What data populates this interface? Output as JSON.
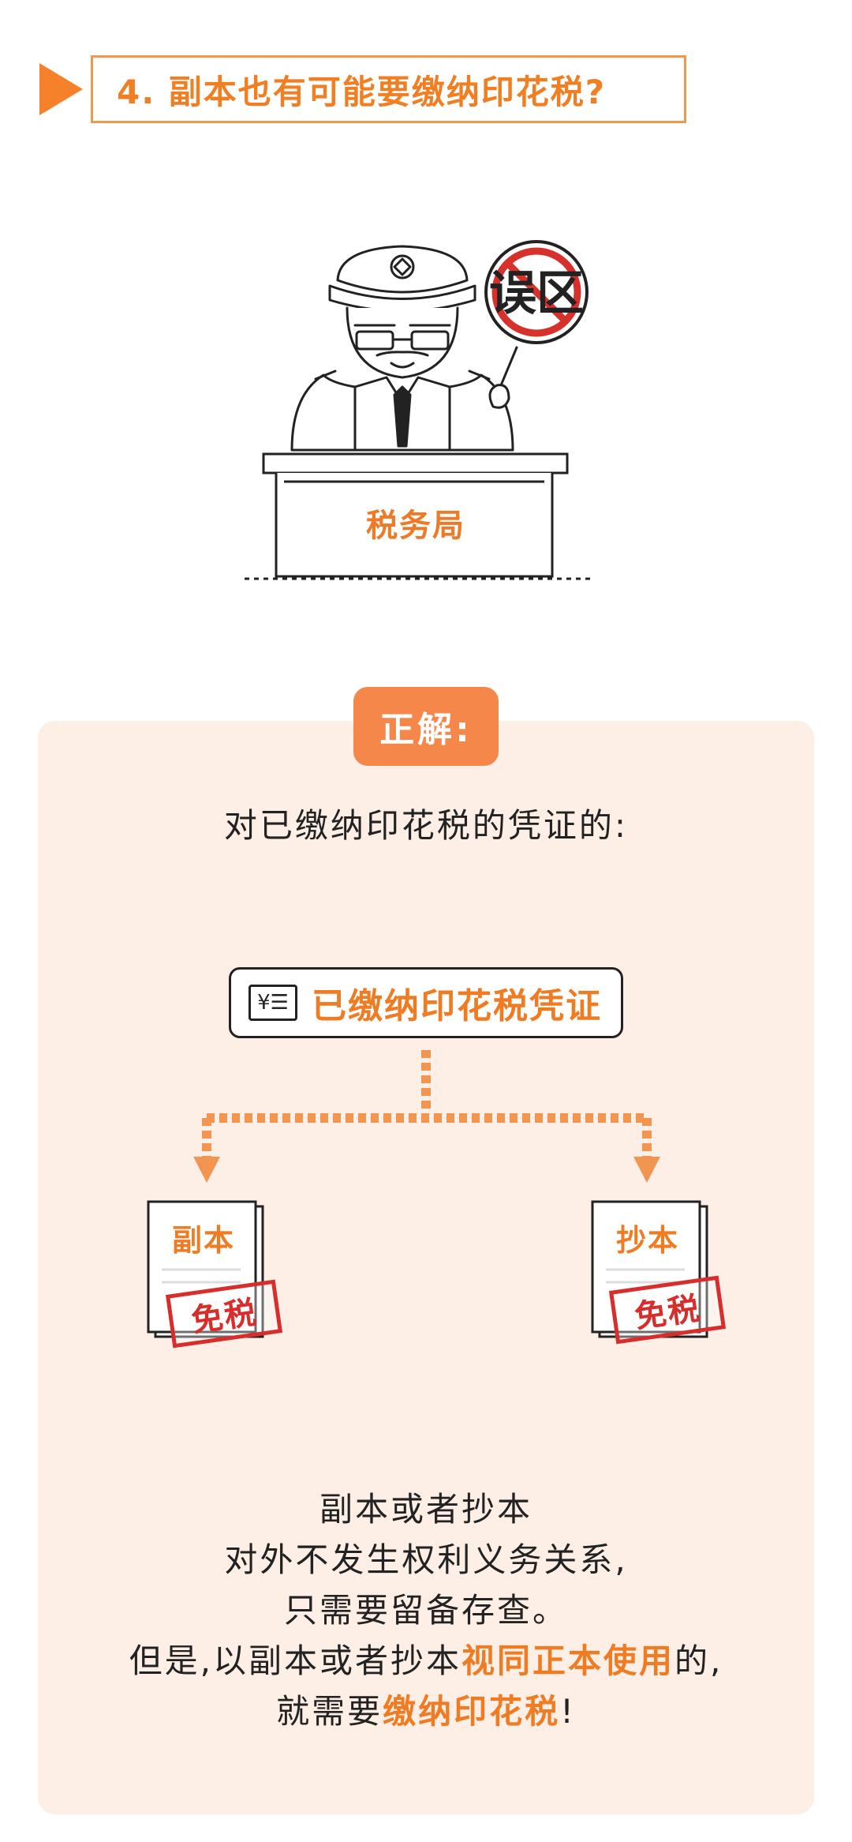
{
  "header": {
    "title": "4. 副本也有可能要缴纳印花税?"
  },
  "illustration": {
    "sign_text": "误区",
    "desk_label": "税务局"
  },
  "panel": {
    "badge": "正解:",
    "intro": "对已缴纳印花税的凭证的:",
    "certificate": {
      "icon_symbol": "¥☰",
      "label": "已缴纳印花税凭证"
    },
    "left_doc": {
      "title": "副本",
      "stamp": "免税"
    },
    "right_doc": {
      "title": "抄本",
      "stamp": "免税"
    },
    "conclusion": {
      "line1": "副本或者抄本",
      "line2": "对外不发生权利义务关系,",
      "line3": "只需要留备存查。",
      "line4_pre": "但是,以副本或者抄本",
      "line4_highlight": "视同正本使用",
      "line4_post": "的,",
      "line5_pre": "就需要",
      "line5_highlight": "缴纳印花税",
      "line5_post": "!"
    }
  },
  "colors": {
    "accent": "#ef7b23",
    "panel_bg": "#fdeee6",
    "badge_bg": "#f6874a",
    "stamp_red": "#d72e2c"
  }
}
